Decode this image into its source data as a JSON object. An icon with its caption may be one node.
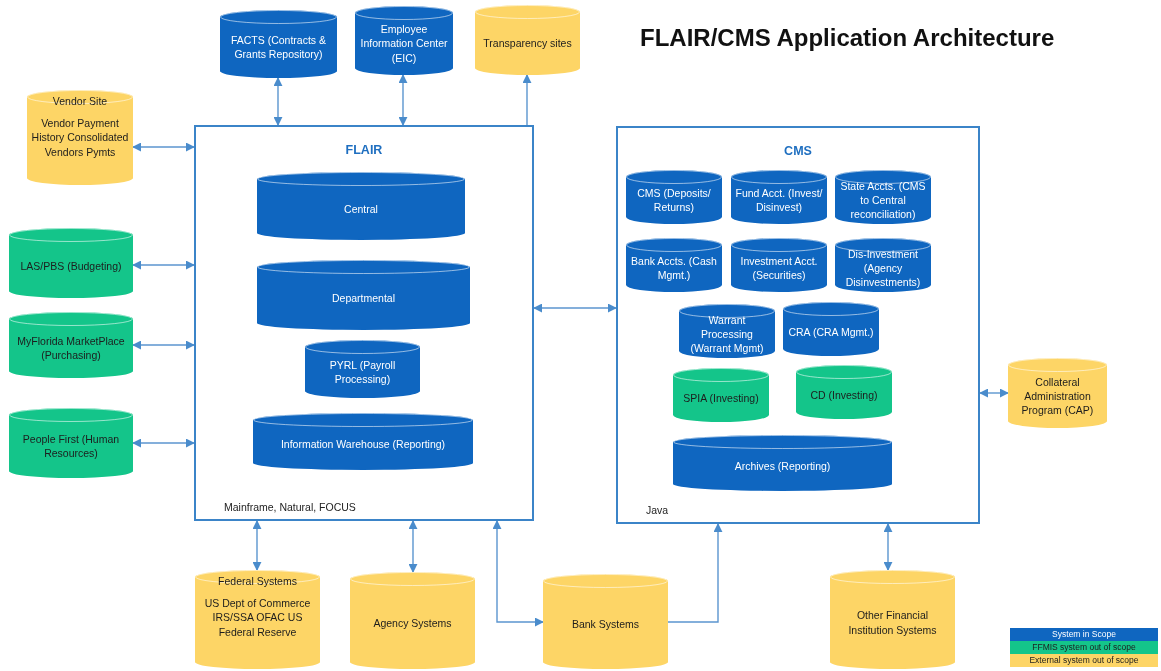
{
  "diagram": {
    "title": "FLAIR/CMS Application Architecture",
    "nodes": [
      {
        "text": [
          "FACTS (Contracts & Grants Repository)"
        ]
      },
      {
        "text": [
          "Employee Information Center (EIC)"
        ]
      },
      {
        "text": [
          "Transparency sites"
        ]
      },
      {
        "text": [
          "Vendor Site",
          "Vendor Payment History Consolidated Vendors Pymts"
        ]
      },
      {
        "text": [
          "LAS/PBS (Budgeting)"
        ]
      },
      {
        "text": [
          "MyFlorida MarketPlace (Purchasing)"
        ]
      },
      {
        "text": [
          "People First (Human Resources)"
        ]
      },
      {
        "text": [
          "FLAIR",
          "Mainframe, Natural, FOCUS"
        ]
      },
      {
        "text": [
          "Central"
        ],
        "in": 7
      },
      {
        "text": [
          "Departmental"
        ],
        "in": 7
      },
      {
        "text": [
          "PYRL (Payroll Processing)"
        ],
        "in": 7
      },
      {
        "text": [
          "Information Warehouse (Reporting)"
        ],
        "in": 7
      },
      {
        "text": [
          "CMS",
          "Java"
        ]
      },
      {
        "text": [
          "CMS (Deposits/ Returns)"
        ],
        "in": 12
      },
      {
        "text": [
          "Fund Acct. (Invest/ Disinvest)"
        ],
        "in": 12
      },
      {
        "text": [
          "State Accts. (CMS to Central reconciliation)"
        ],
        "in": 12
      },
      {
        "text": [
          "Bank Accts. (Cash Mgmt.)"
        ],
        "in": 12
      },
      {
        "text": [
          "Investment Acct. (Securities)"
        ],
        "in": 12
      },
      {
        "text": [
          "Dis-Investment (Agency Disinvestments)"
        ],
        "in": 12
      },
      {
        "text": [
          "Warrant Processing (Warrant Mgmt)"
        ],
        "in": 12
      },
      {
        "text": [
          "CRA (CRA Mgmt.)"
        ],
        "in": 12
      },
      {
        "text": [
          "SPIA (Investing)"
        ],
        "in": 12
      },
      {
        "text": [
          "CD (Investing)"
        ],
        "in": 12
      },
      {
        "text": [
          "Archives (Reporting)"
        ],
        "in": 12
      },
      {
        "text": [
          "Collateral Administration Program (CAP)"
        ]
      },
      {
        "text": [
          "Federal Systems",
          "US Dept of Commerce IRS/SSA OFAC US Federal Reserve"
        ]
      },
      {
        "text": [
          "Agency Systems"
        ]
      },
      {
        "text": [
          "Bank Systems"
        ]
      },
      {
        "text": [
          "Other Financial Institution Systems"
        ]
      }
    ],
    "edges": [
      {
        "from": 0,
        "to": 7,
        "arrow": "both"
      },
      {
        "from": 1,
        "to": 7,
        "arrow": "both"
      },
      {
        "from": 7,
        "to": 2,
        "arrow": "to"
      },
      {
        "from": 3,
        "to": 7,
        "arrow": "both"
      },
      {
        "from": 4,
        "to": 7,
        "arrow": "both"
      },
      {
        "from": 5,
        "to": 7,
        "arrow": "both"
      },
      {
        "from": 6,
        "to": 7,
        "arrow": "both"
      },
      {
        "from": 7,
        "to": 12,
        "arrow": "both"
      },
      {
        "from": 12,
        "to": 24,
        "arrow": "both"
      },
      {
        "from": 7,
        "to": 25,
        "arrow": "both"
      },
      {
        "from": 7,
        "to": 26,
        "arrow": "both"
      },
      {
        "from": 7,
        "to": 27,
        "arrow": "both"
      },
      {
        "from": 27,
        "to": 12,
        "arrow": "to"
      },
      {
        "from": 12,
        "to": 28,
        "arrow": "both"
      }
    ],
    "legend": [
      {
        "text": "System in Scope",
        "color": "#0f66c0"
      },
      {
        "text": "FFMIS system out of scope",
        "color": "#14c58a"
      },
      {
        "text": "External system out of scope",
        "color": "#fdd566"
      }
    ]
  }
}
